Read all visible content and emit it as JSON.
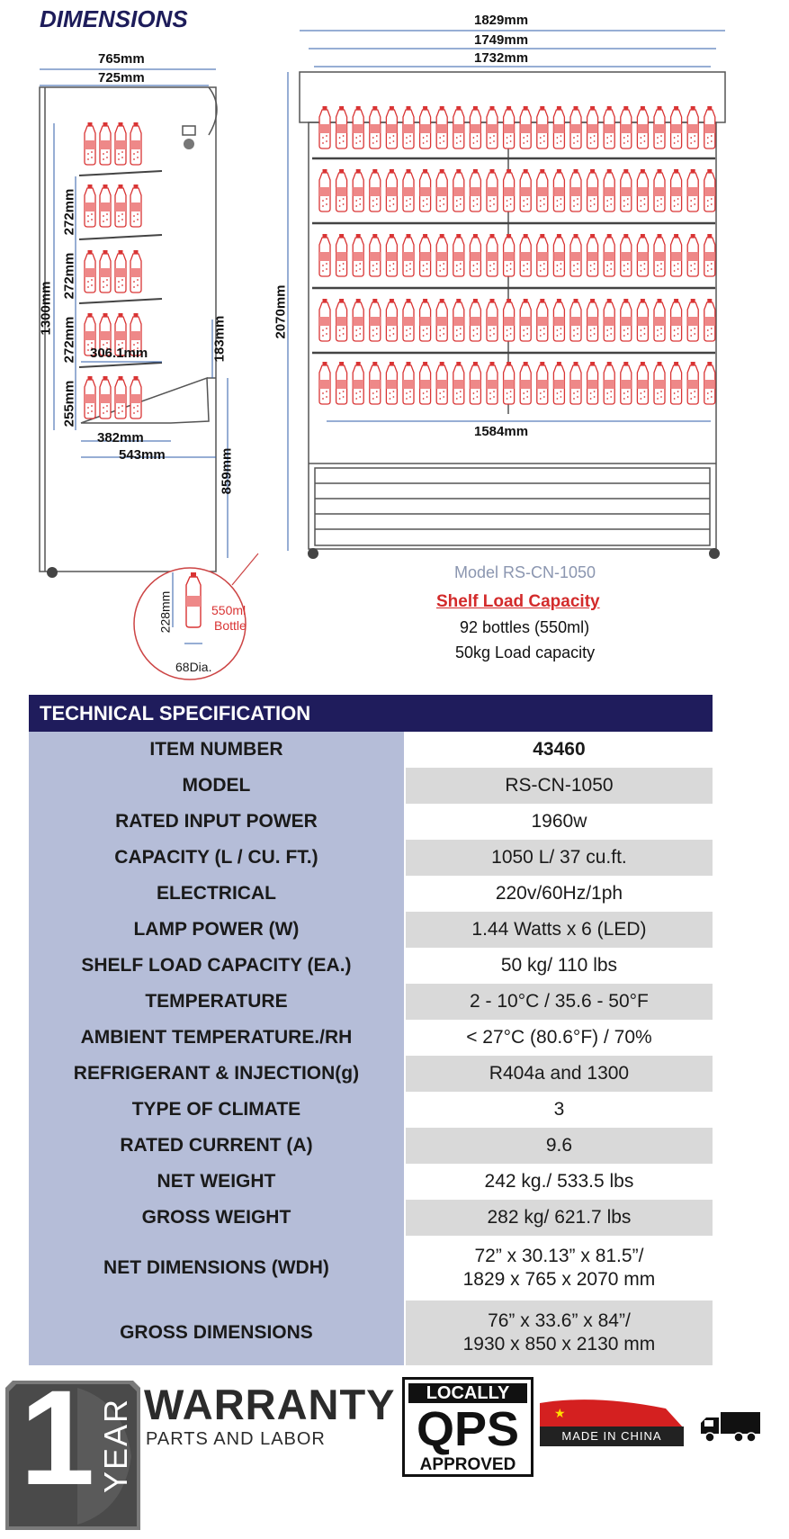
{
  "dimensions": {
    "title": "DIMENSIONS",
    "side": {
      "depth_outer": "765mm",
      "depth_inner": "725mm",
      "shelf_gap_1": "272mm",
      "shelf_gap_2": "272mm",
      "shelf_gap_3": "272mm",
      "bottom_gap": "255mm",
      "interior_height": "1300mm",
      "shelf_depth": "306.1mm",
      "base_depth_1": "382mm",
      "base_depth_2": "543mm",
      "front_gap": "183mm",
      "front_height": "859mm"
    },
    "front": {
      "width_total": "1829mm",
      "width_2": "1749mm",
      "width_3": "1732mm",
      "height_total": "2070mm",
      "shelf_width": "1584mm"
    },
    "bottle": {
      "height": "228mm",
      "diameter": "68Dia.",
      "label_line1": "550ml",
      "label_line2": "Bottle"
    },
    "model_label": "Model RS-CN-1050",
    "shelf_load": {
      "title": "Shelf Load Capacity",
      "line1": "92 bottles (550ml)",
      "line2": "50kg Load capacity"
    }
  },
  "spec": {
    "header": "TECHNICAL SPECIFICATION",
    "rows": [
      {
        "key": "ITEM NUMBER",
        "value": "43460"
      },
      {
        "key": "MODEL",
        "value": "RS-CN-1050"
      },
      {
        "key": "RATED INPUT POWER",
        "value": "1960w"
      },
      {
        "key": "CAPACITY (L / CU. FT.)",
        "value": "1050 L/ 37 cu.ft."
      },
      {
        "key": "ELECTRICAL",
        "value": "220v/60Hz/1ph"
      },
      {
        "key": "LAMP POWER (W)",
        "value": "1.44 Watts x 6 (LED)"
      },
      {
        "key": "SHELF LOAD CAPACITY (EA.)",
        "value": "50 kg/ 110 lbs"
      },
      {
        "key": "TEMPERATURE",
        "value": "2 - 10°C / 35.6 - 50°F"
      },
      {
        "key": "AMBIENT TEMPERATURE./RH",
        "value": "< 27°C (80.6°F) / 70%"
      },
      {
        "key": "REFRIGERANT & INJECTION(g)",
        "value": "R404a and 1300"
      },
      {
        "key": "TYPE OF CLIMATE",
        "value": "3"
      },
      {
        "key": "RATED CURRENT (A)",
        "value": "9.6"
      },
      {
        "key": "NET WEIGHT",
        "value": "242 kg./ 533.5 lbs"
      },
      {
        "key": "GROSS WEIGHT",
        "value": "282 kg/ 621.7 lbs"
      },
      {
        "key": "NET DIMENSIONS (WDH)",
        "value": "72” x 30.13” x 81.5”/\n1829 x 765 x 2070 mm"
      },
      {
        "key": "GROSS DIMENSIONS",
        "value": "76” x 33.6” x 84”/\n1930 x 850 x 2130 mm"
      }
    ]
  },
  "footer": {
    "warranty_years": "1",
    "warranty_year_word": "YEAR",
    "warranty_title": "WARRANTY",
    "warranty_sub": "PARTS AND LABOR",
    "qps_top": "LOCALLY",
    "qps_mid": "QPS",
    "qps_bot": "APPROVED",
    "made_in": "MADE IN CHINA"
  },
  "colors": {
    "navy": "#1f1c5c",
    "key_bg": "#b5bdd8",
    "alt_bg": "#d9d9d9",
    "bottle_red": "#d93434",
    "dim_blue": "#2f5ea8"
  }
}
